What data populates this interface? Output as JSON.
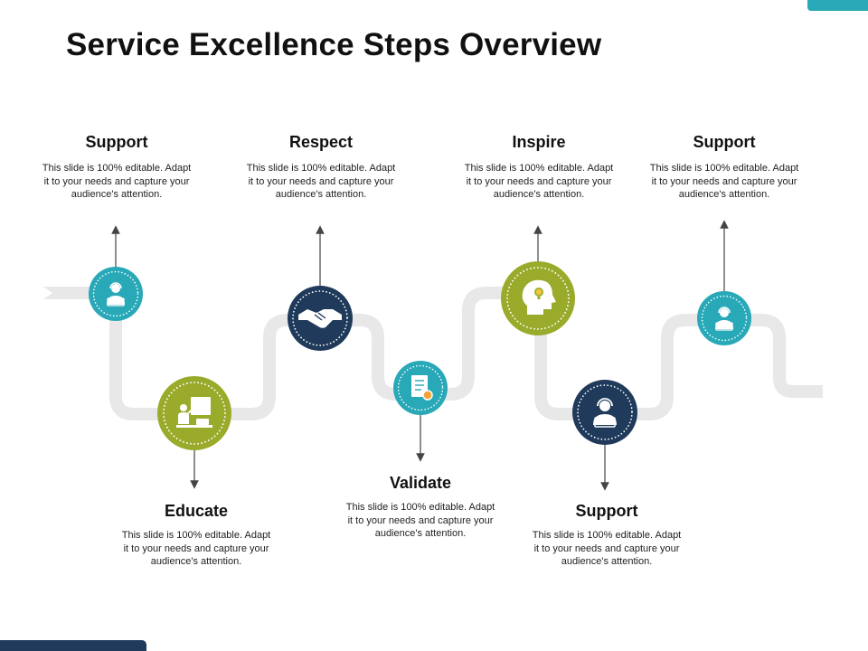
{
  "title": "Service Excellence Steps Overview",
  "steps": [
    {
      "title": "Support",
      "description": "This slide is 100% editable. Adapt it to your needs and capture your audience's attention.",
      "icon": "support-agent-icon",
      "color": "#29a9b8"
    },
    {
      "title": "Educate",
      "description": "This slide is 100% editable. Adapt it to your needs and capture your audience's attention.",
      "icon": "teacher-board-icon",
      "color": "#9aab2b"
    },
    {
      "title": "Respect",
      "description": "This slide is 100% editable. Adapt it to your needs and capture your audience's attention.",
      "icon": "handshake-icon",
      "color": "#1f3a5a"
    },
    {
      "title": "Validate",
      "description": "This slide is 100% editable. Adapt it to your needs and capture your audience's attention.",
      "icon": "certificate-document-icon",
      "color": "#29a9b8"
    },
    {
      "title": "Inspire",
      "description": "This slide is 100% editable. Adapt it to your needs and capture your audience's attention.",
      "icon": "head-lightbulb-icon",
      "color": "#9aab2b"
    },
    {
      "title": "Support",
      "description": "This slide is 100% editable. Adapt it to your needs and capture your audience's attention.",
      "icon": "support-agent-icon",
      "color": "#1f3a5a"
    },
    {
      "title": "Support",
      "description": "This slide is 100% editable. Adapt it to your needs and capture your audience's attention.",
      "icon": "support-agent-icon",
      "color": "#29a9b8"
    }
  ]
}
